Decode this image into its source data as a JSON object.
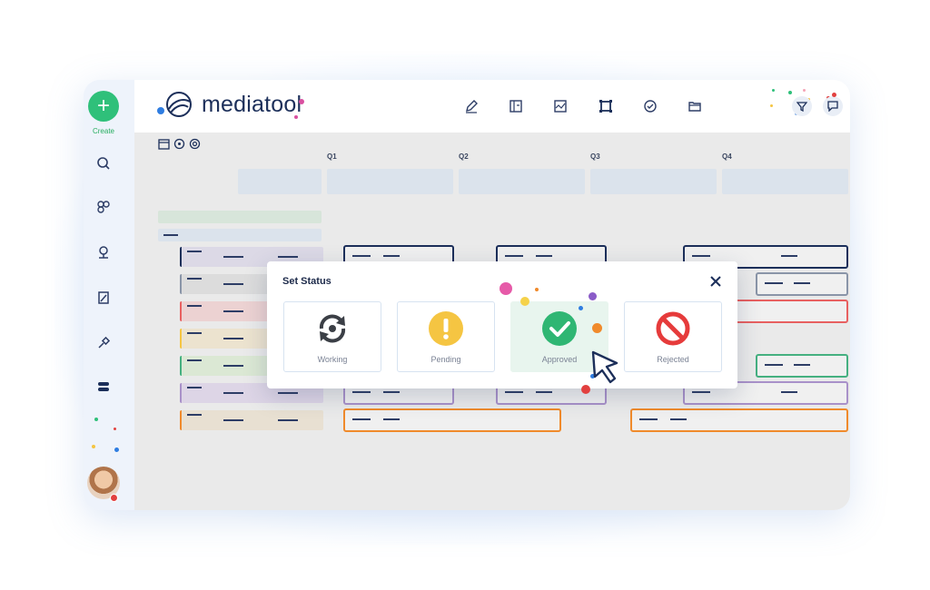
{
  "app": {
    "logo": "mediatool",
    "create_label": "Create"
  },
  "sidebar": {
    "items": [
      {
        "icon": "search-icon"
      },
      {
        "icon": "apps-icon"
      },
      {
        "icon": "location-icon"
      },
      {
        "icon": "document-edit-icon"
      },
      {
        "icon": "satellite-icon"
      },
      {
        "icon": "toggle-icon"
      }
    ]
  },
  "toolbar": {
    "icons": [
      "pen-icon",
      "calendar-grid-icon",
      "chart-icon",
      "frame-icon",
      "check-circle-icon",
      "folder-icon"
    ]
  },
  "timeline": {
    "quarters": [
      "Q1",
      "Q2",
      "Q3",
      "Q4"
    ]
  },
  "modal": {
    "title": "Set Status",
    "options": [
      {
        "label": "Working",
        "icon": "sync-icon",
        "color": "#3b3f46"
      },
      {
        "label": "Pending",
        "icon": "exclamation-icon",
        "color": "#f5c542"
      },
      {
        "label": "Approved",
        "icon": "check-icon",
        "color": "#2fb673"
      },
      {
        "label": "Rejected",
        "icon": "forbidden-icon",
        "color": "#e63b3b"
      }
    ]
  },
  "colors": {
    "green": "#2fc07a",
    "navy": "#1c2f5a",
    "purple": "#a991c9",
    "orange": "#f08a2b",
    "red": "#e86060",
    "teal": "#45b080"
  }
}
